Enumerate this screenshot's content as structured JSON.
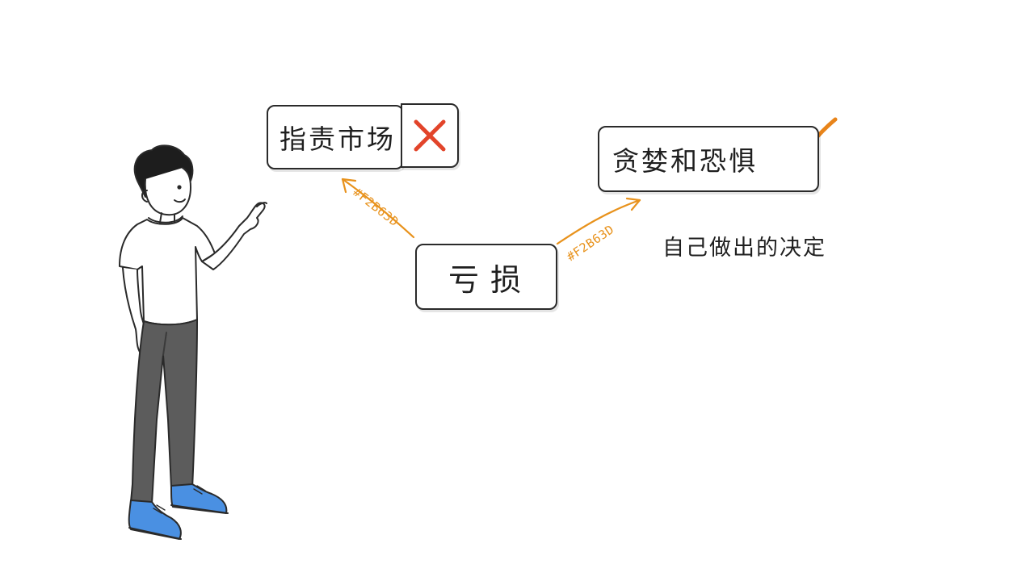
{
  "boxes": {
    "blame": "指责市场",
    "greed_fear": "贪婪和恐惧",
    "loss": "亏损"
  },
  "note": "自己做出的决定",
  "arrow_labels": {
    "left": "#F2B63D",
    "right": "#F2B63D"
  },
  "colors": {
    "arrow": "#E8921C",
    "cross": "#E2442A",
    "check": "#E8841A",
    "shoe": "#4A90E2",
    "pants": "#5C5C5C",
    "ink": "#2A2A2A"
  },
  "icons": {
    "blame_mark": "cross-icon",
    "greed_mark": "checkmark-icon"
  }
}
